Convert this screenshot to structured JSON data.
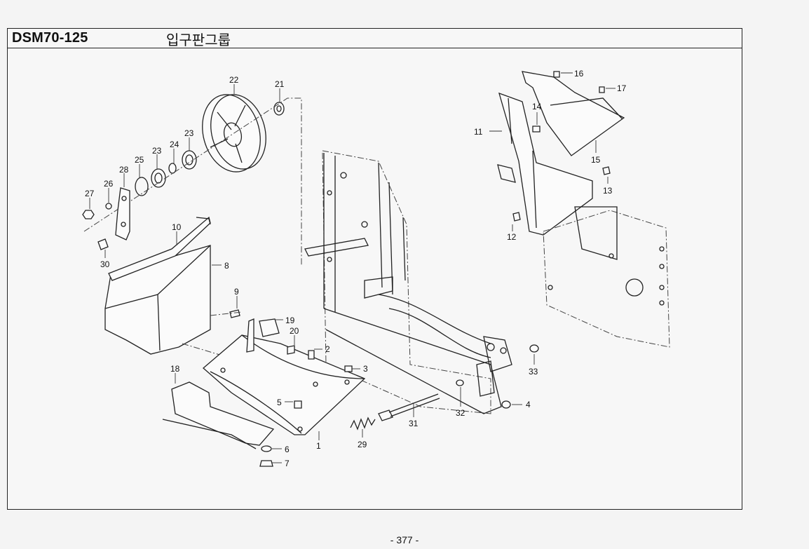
{
  "header": {
    "model": "DSM70-125",
    "group": "입구판그룹"
  },
  "page_number": "- 377 -",
  "part_labels": [
    "1",
    "2",
    "3",
    "4",
    "5",
    "6",
    "7",
    "8",
    "9",
    "10",
    "11",
    "12",
    "13",
    "14",
    "15",
    "16",
    "17",
    "18",
    "19",
    "20",
    "21",
    "22",
    "23",
    "23",
    "24",
    "25",
    "26",
    "27",
    "28",
    "29",
    "30",
    "31",
    "32",
    "33"
  ]
}
